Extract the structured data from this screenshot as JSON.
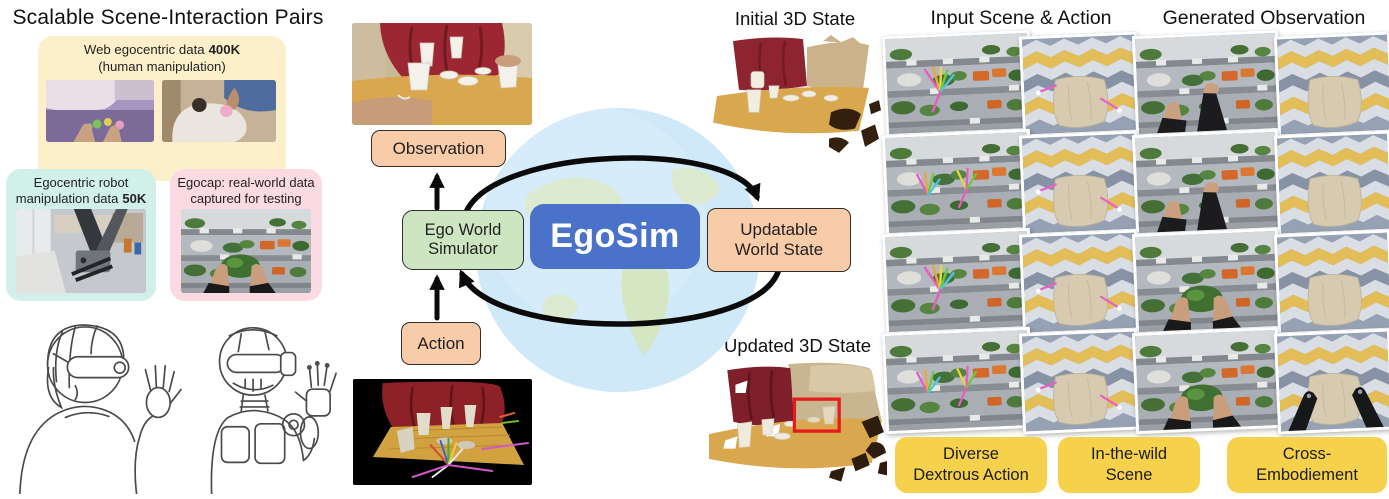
{
  "title": "Scalable Scene-Interaction Pairs",
  "left": {
    "web_box": {
      "line1": "Web egocentric data",
      "count": "400K",
      "line2": "(human manipulation)"
    },
    "robot_box": {
      "line1": "Egocentric robot",
      "line2": "manipulation data",
      "count": "50K"
    },
    "egocap_box": {
      "line1": "Egocap: real-world data",
      "line2": "captured for testing"
    }
  },
  "pipeline": {
    "observation": "Observation",
    "simulator": {
      "line1": "Ego World",
      "line2": "Simulator"
    },
    "action": "Action",
    "egosim": "EgoSim",
    "world_state": {
      "line1": "Updatable",
      "line2": "World State"
    },
    "initial_state_title": "Initial 3D State",
    "updated_state_title": "Updated 3D State"
  },
  "right": {
    "input_title": "Input Scene & Action",
    "generated_title": "Generated Observation",
    "row_count": 4,
    "captions": [
      {
        "line1": "Diverse",
        "line2": "Dextrous Action"
      },
      {
        "line1": "In-the-wild",
        "line2": "Scene"
      },
      {
        "line1": "Cross-",
        "line2": "Embodiement"
      }
    ]
  },
  "colors": {
    "egosim_blue": "#4a72c8",
    "peach_box": "#f8cba9",
    "green_box": "#cde6c1",
    "web_yellow": "#fcf0ca",
    "robot_cyan": "#d2f0ea",
    "egocap_pink": "#fbdbe1",
    "caption_yellow": "#f6d14b",
    "highlight_red": "#e41c1c"
  }
}
